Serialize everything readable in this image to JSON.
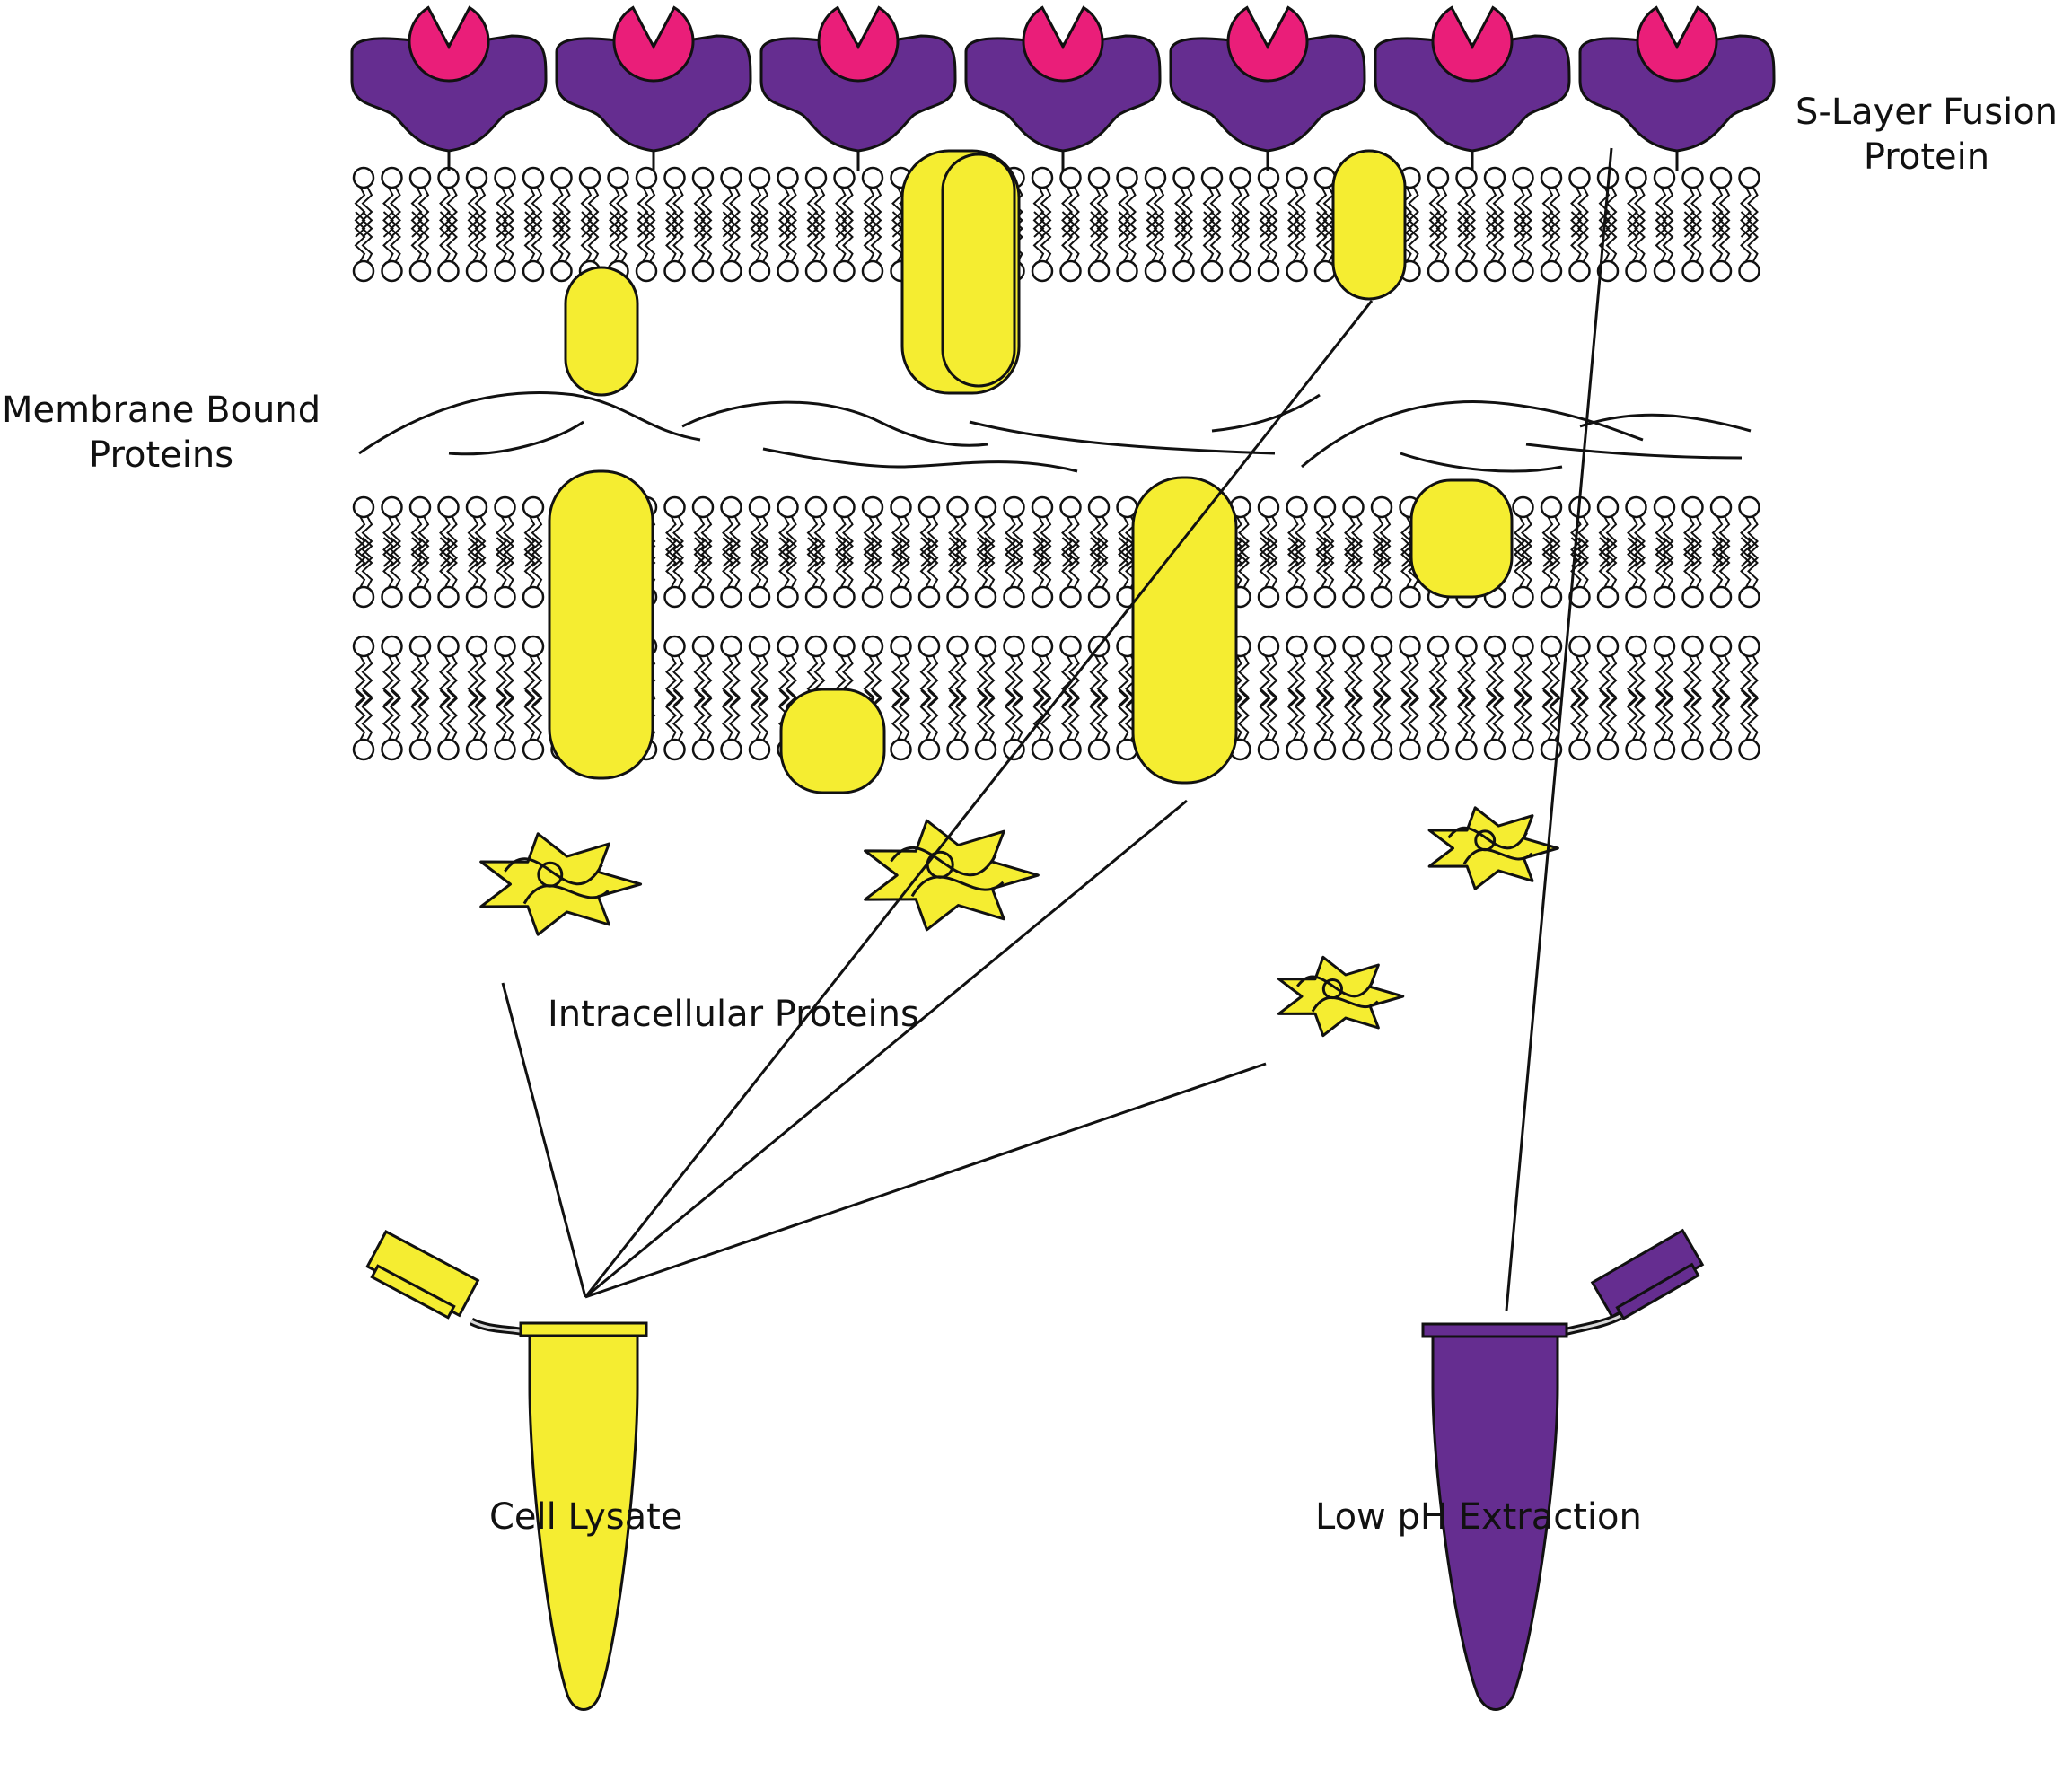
{
  "labels": {
    "s_layer_line1": "S-Layer Fusion",
    "s_layer_line2": "Protein",
    "membrane_line1": "Membrane Bound",
    "membrane_line2": "Proteins",
    "intracellular": "Intracellular Proteins",
    "cell_lysate": "Cell Lysate",
    "low_ph": "Low pH Extraction"
  },
  "colors": {
    "yellow": "#f5ed31",
    "purple": "#652d90",
    "pink": "#ea1e79",
    "outline": "#111111"
  }
}
